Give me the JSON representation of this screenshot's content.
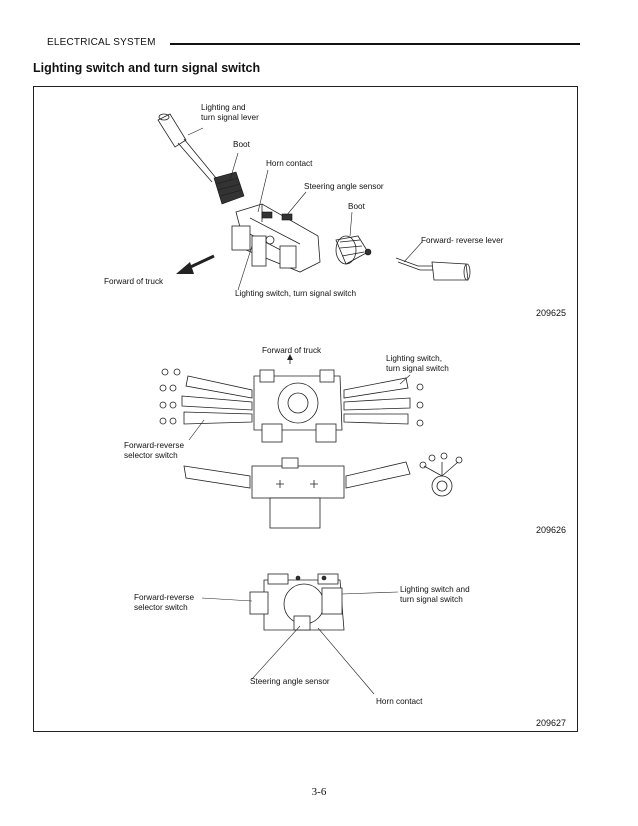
{
  "header": {
    "section": "ELECTRICAL SYSTEM",
    "subtitle": "Lighting switch and turn signal switch"
  },
  "figure1": {
    "labels": {
      "lever": "Lighting and\nturn signal lever",
      "boot1": "Boot",
      "horn": "Horn contact",
      "sensor": "Steering angle sensor",
      "boot2": "Boot",
      "fr_lever": "Forward- reverse lever",
      "forward": "Forward of truck",
      "switch": "Lighting switch, turn signal switch"
    },
    "number": "209625"
  },
  "figure2": {
    "labels": {
      "forward": "Forward of truck",
      "switch": "Lighting switch,\nturn signal switch",
      "selector": "Forward-reverse\nselector switch"
    },
    "number": "209626"
  },
  "figure3": {
    "labels": {
      "selector": "Forward-reverse\nselector switch",
      "switch": "Lighting switch and\nturn signal switch",
      "sensor": "Steering angle sensor",
      "horn": "Horn contact"
    },
    "number": "209627"
  },
  "footer": {
    "page": "3-6"
  }
}
